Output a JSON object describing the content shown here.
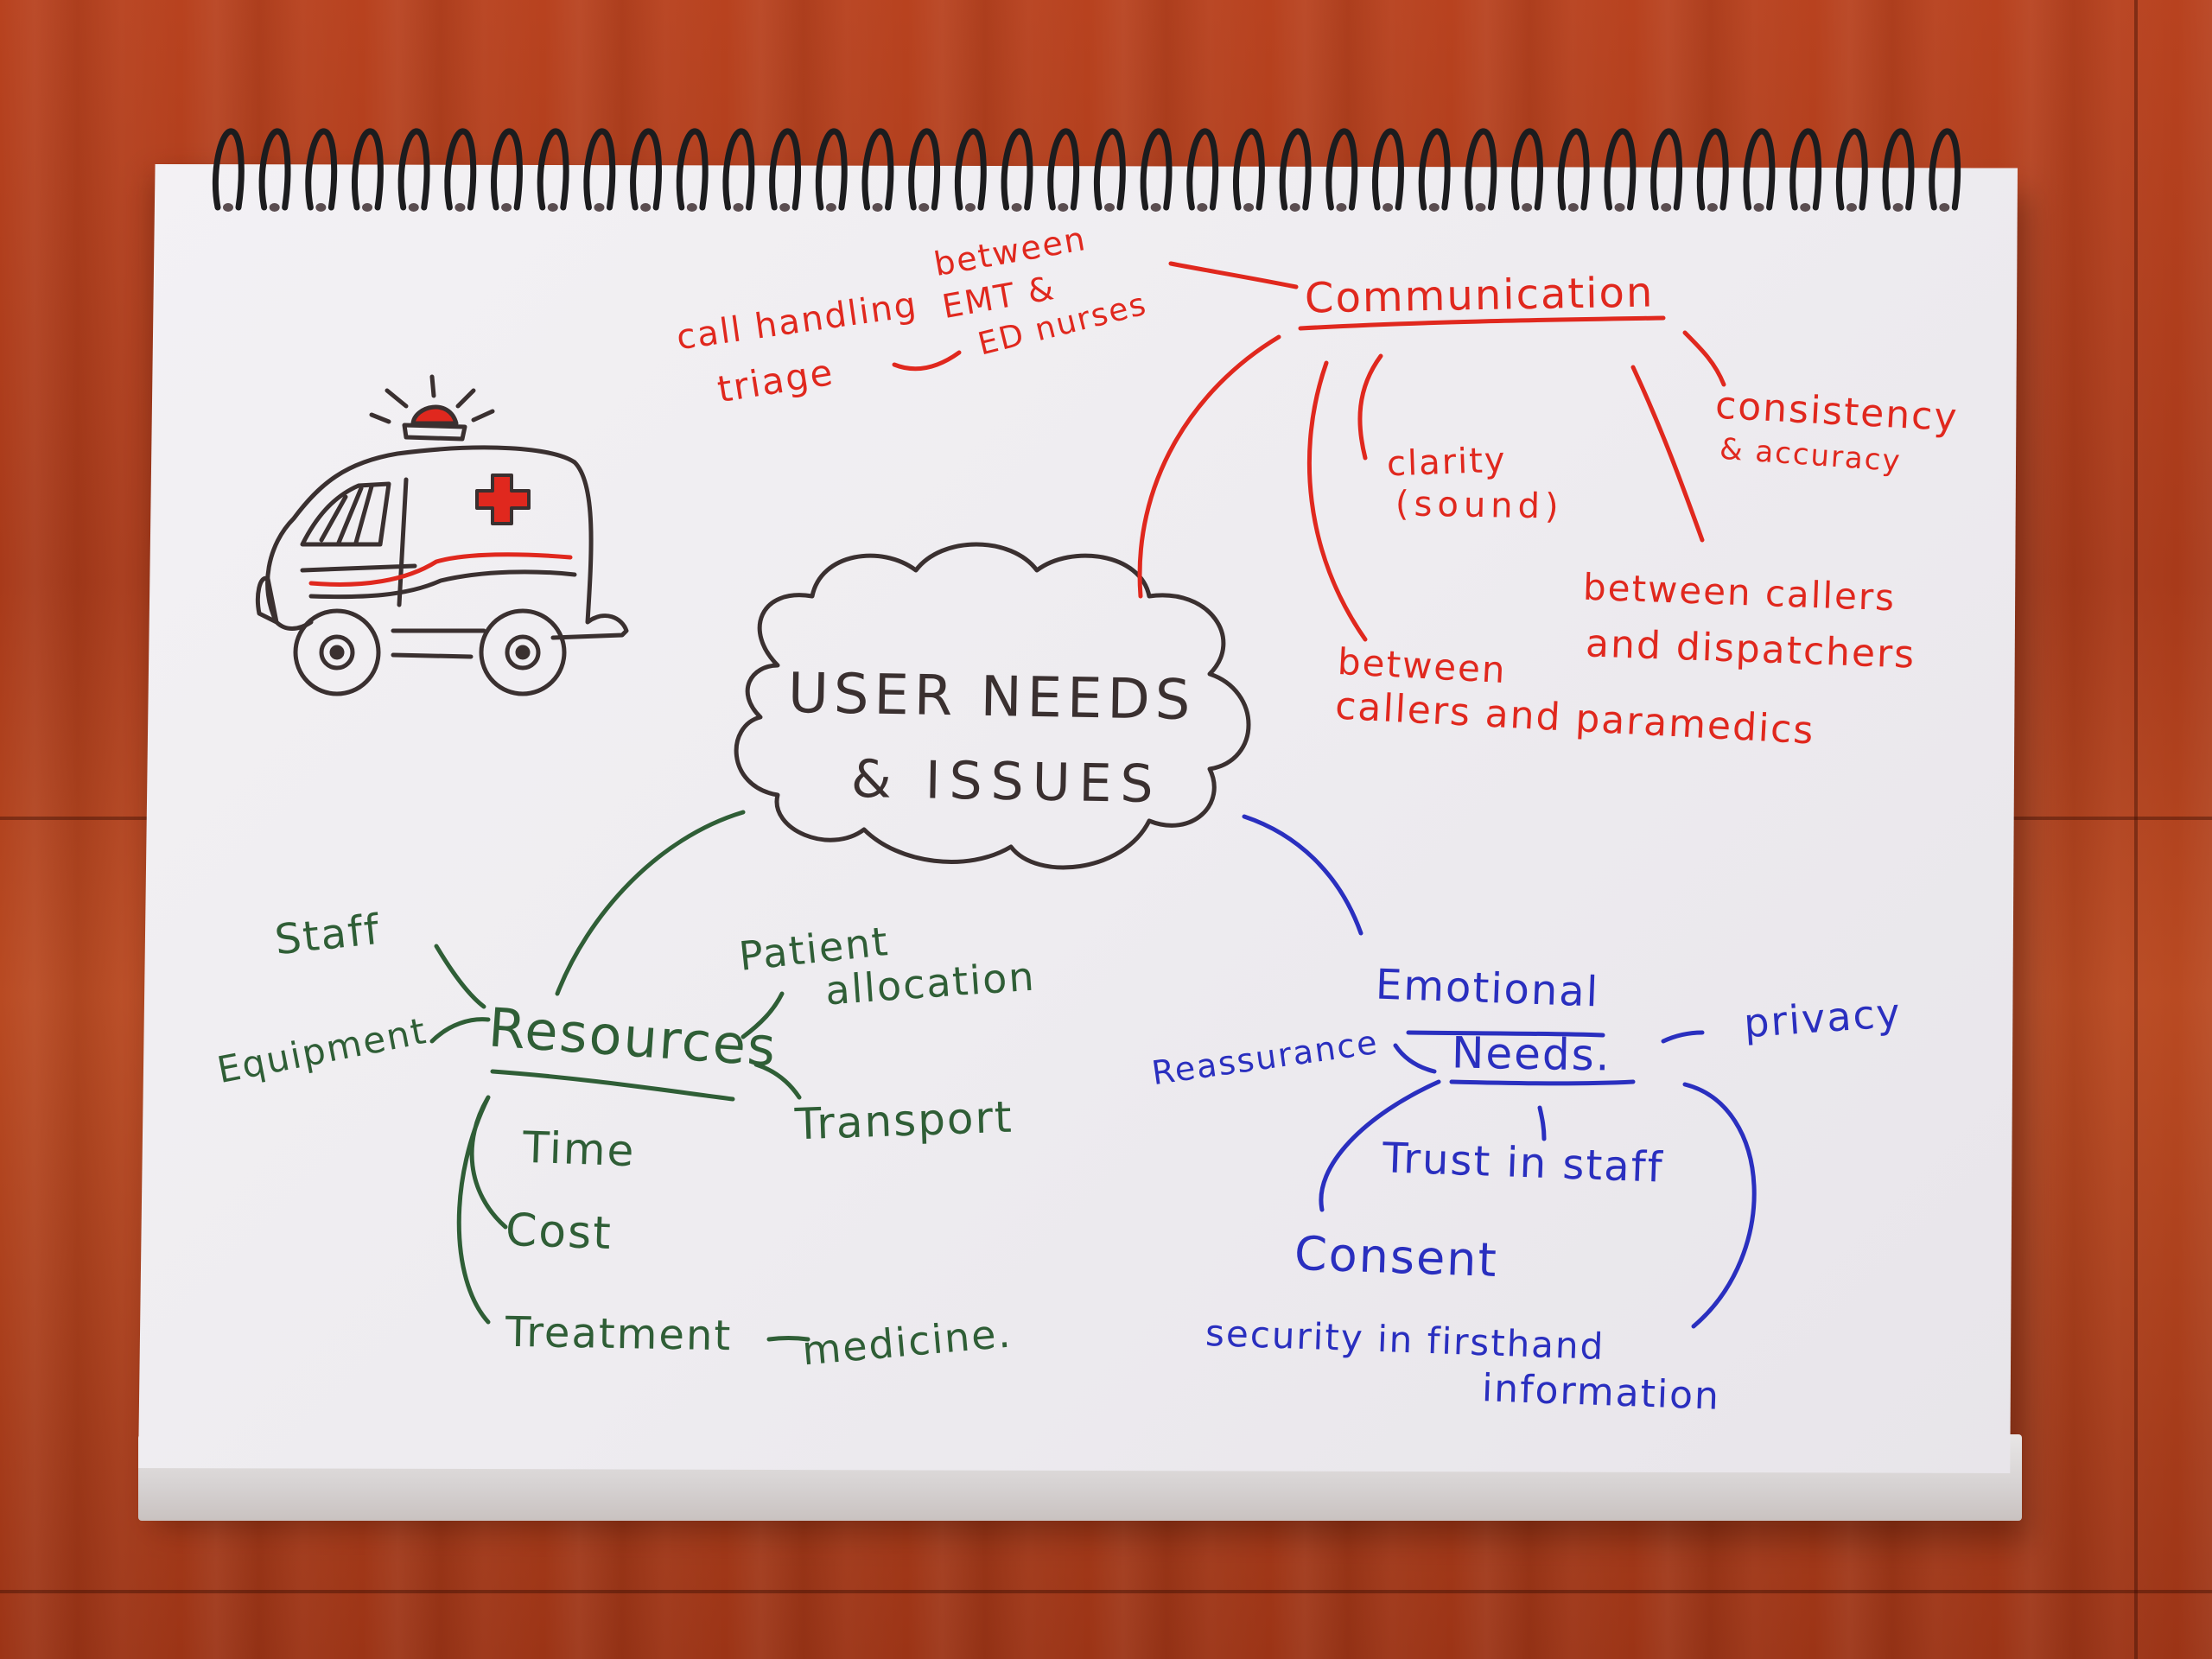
{
  "colors": {
    "communication": "#e0281e",
    "resources": "#2f5e36",
    "emotional": "#2a2fbf",
    "center": "#3a3030"
  },
  "center": {
    "line1": "USER NEEDS",
    "line2": "& ISSUES"
  },
  "communication": {
    "title": "Communication",
    "items": {
      "call_handling": "call handling",
      "triage": "triage",
      "between_emt_1": "between",
      "between_emt_2": "EMT &",
      "between_emt_3": "ED nurses",
      "clarity_1": "clarity",
      "clarity_2": "(sound)",
      "consistency_1": "consistency",
      "consistency_2": "& accuracy",
      "callers_dispatchers_1": "between callers",
      "callers_dispatchers_2": "and dispatchers",
      "callers_paramedics_1": "between",
      "callers_paramedics_2": "callers and paramedics"
    }
  },
  "resources": {
    "title": "Resources",
    "items": {
      "staff": "Staff",
      "equipment": "Equipment",
      "patient_1": "Patient",
      "patient_2": "allocation",
      "transport": "Transport",
      "time": "Time",
      "cost": "Cost",
      "treatment": "Treatment",
      "medicine": "medicine."
    }
  },
  "emotional": {
    "title_1": "Emotional",
    "title_2": "Needs.",
    "items": {
      "reassurance": "Reassurance",
      "privacy": "privacy",
      "trust": "Trust in staff",
      "consent": "Consent",
      "security_1": "security in firsthand",
      "security_2": "information"
    }
  }
}
